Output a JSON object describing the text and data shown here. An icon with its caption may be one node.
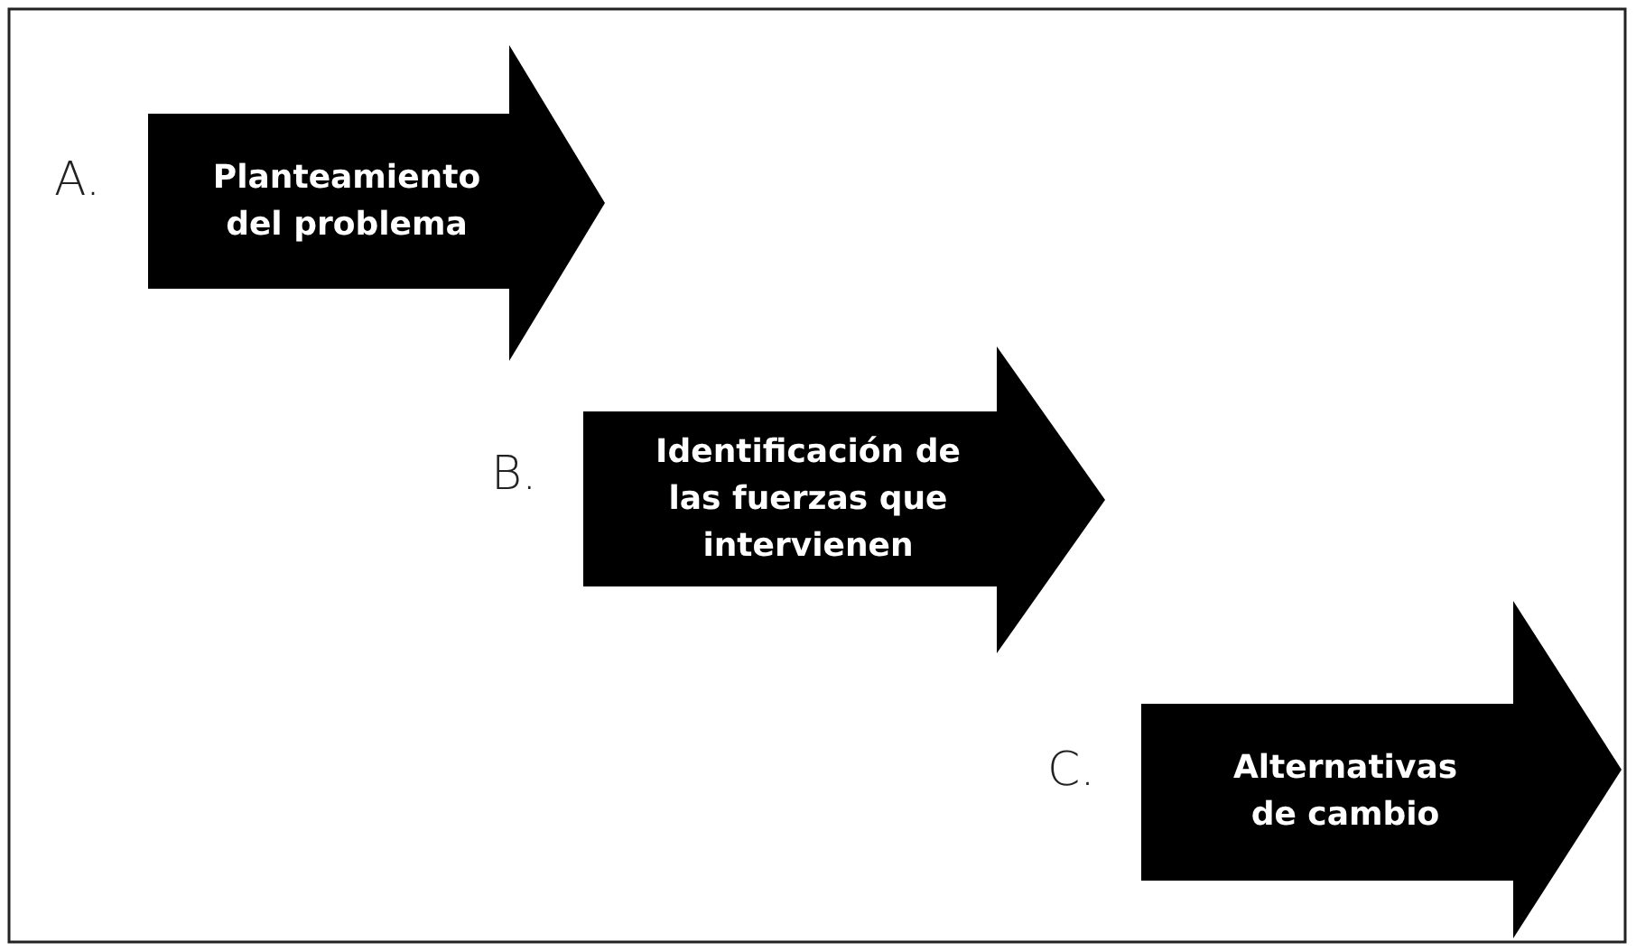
{
  "diagram": {
    "nodes": [
      {
        "text": [
          "Planteamiento del problema"
        ],
        "beside": [
          "A."
        ]
      },
      {
        "text": [
          "Identificación de las fuerzas que intervienen"
        ],
        "beside": [
          "B."
        ]
      },
      {
        "text": [
          "Alternativas de cambio"
        ],
        "beside": [
          "C."
        ]
      }
    ]
  }
}
